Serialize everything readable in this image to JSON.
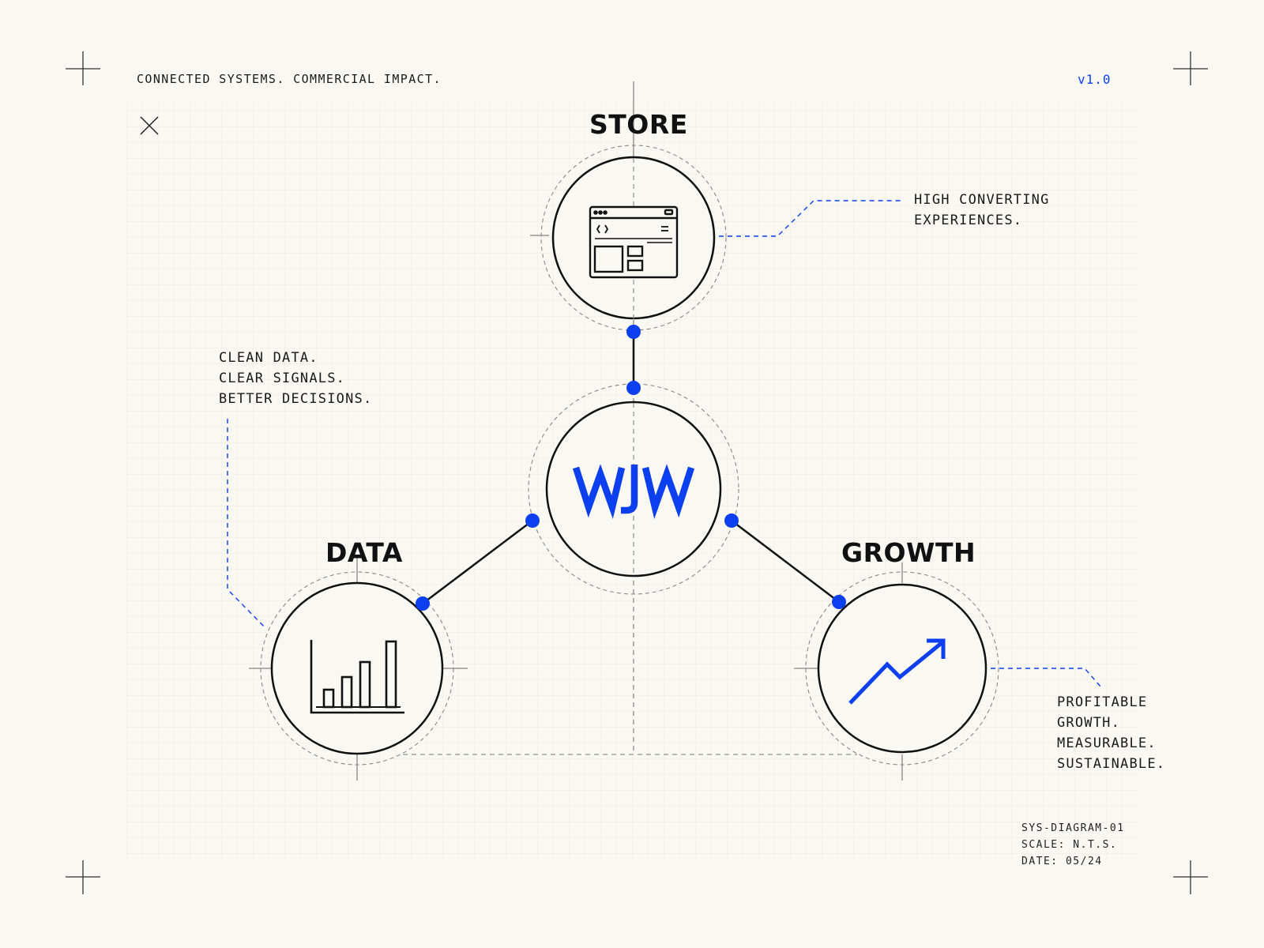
{
  "header": {
    "tagline": "CONNECTED SYSTEMS. COMMERCIAL IMPACT.",
    "version": "v1.0"
  },
  "nodes": {
    "store": {
      "title": "STORE",
      "icon": "browser-window-icon"
    },
    "core": {
      "logo": "WJW"
    },
    "data": {
      "title": "DATA",
      "icon": "bar-chart-icon"
    },
    "growth": {
      "title": "GROWTH",
      "icon": "trend-arrow-icon"
    }
  },
  "annotations": {
    "store": [
      "HIGH CONVERTING",
      "EXPERIENCES."
    ],
    "data": [
      "CLEAN DATA.",
      "CLEAR SIGNALS.",
      "BETTER DECISIONS."
    ],
    "growth": [
      "PROFITABLE",
      "GROWTH.",
      "MEASURABLE.",
      "SUSTAINABLE."
    ]
  },
  "meta": {
    "id": "SYS-DIAGRAM-01",
    "scale": "SCALE: N.T.S.",
    "date": "DATE: 05/24"
  },
  "colors": {
    "accent": "#0b3ff0",
    "ink": "#111111",
    "paper": "#faf8f3",
    "grid": "#ece8df"
  }
}
